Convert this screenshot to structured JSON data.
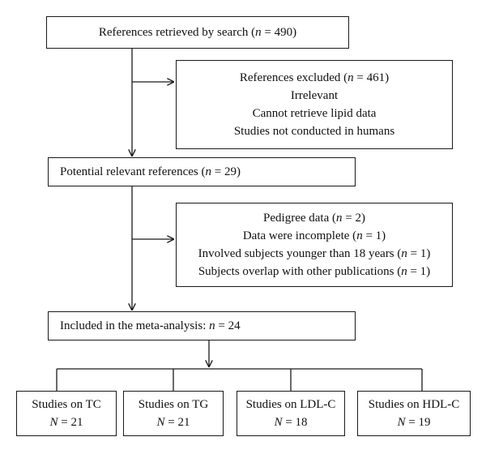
{
  "boxes": {
    "search": {
      "label": "References retrieved by search (",
      "var": "n",
      "value": " = 490)"
    },
    "excluded": {
      "title": {
        "label": "References excluded (",
        "var": "n",
        "value": " = 461)"
      },
      "reasons": [
        "Irrelevant",
        "Cannot retrieve lipid data",
        "Studies not conducted in humans"
      ]
    },
    "potential": {
      "label": "Potential relevant references (",
      "var": "n",
      "value": " = 29)"
    },
    "excluded2": [
      {
        "label": "Pedigree data (",
        "var": "n",
        "value": " = 2)"
      },
      {
        "label": "Data were incomplete (",
        "var": "n",
        "value": " = 1)"
      },
      {
        "label": "Involved subjects younger than 18 years (",
        "var": "n",
        "value": " = 1)"
      },
      {
        "label": "Subjects overlap with other publications (",
        "var": "n",
        "value": " = 1)"
      }
    ],
    "included": {
      "label": "Included in the meta-analysis: ",
      "var": "n",
      "value": " = 24"
    },
    "studies": [
      {
        "title": "Studies on TC",
        "var": "N",
        "value": " = 21"
      },
      {
        "title": "Studies on TG",
        "var": "N",
        "value": " = 21"
      },
      {
        "title": "Studies on LDL-C",
        "var": "N",
        "value": " = 18"
      },
      {
        "title": "Studies on HDL-C",
        "var": "N",
        "value": " = 19"
      }
    ]
  }
}
